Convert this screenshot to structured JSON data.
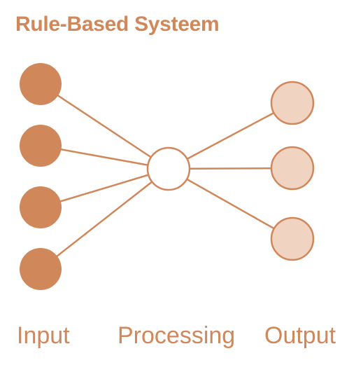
{
  "title": "Rule-Based Systeem",
  "labels": {
    "input": "Input",
    "processing": "Processing",
    "output": "Output"
  },
  "nodes": {
    "inputs": 4,
    "processing": 1,
    "outputs": 3
  },
  "colors": {
    "text": "#D0875A",
    "input_fill": "#D0875A",
    "processing_fill": "#FFFFFF",
    "output_fill": "#F1D3C1",
    "stroke": "#D0875A"
  }
}
